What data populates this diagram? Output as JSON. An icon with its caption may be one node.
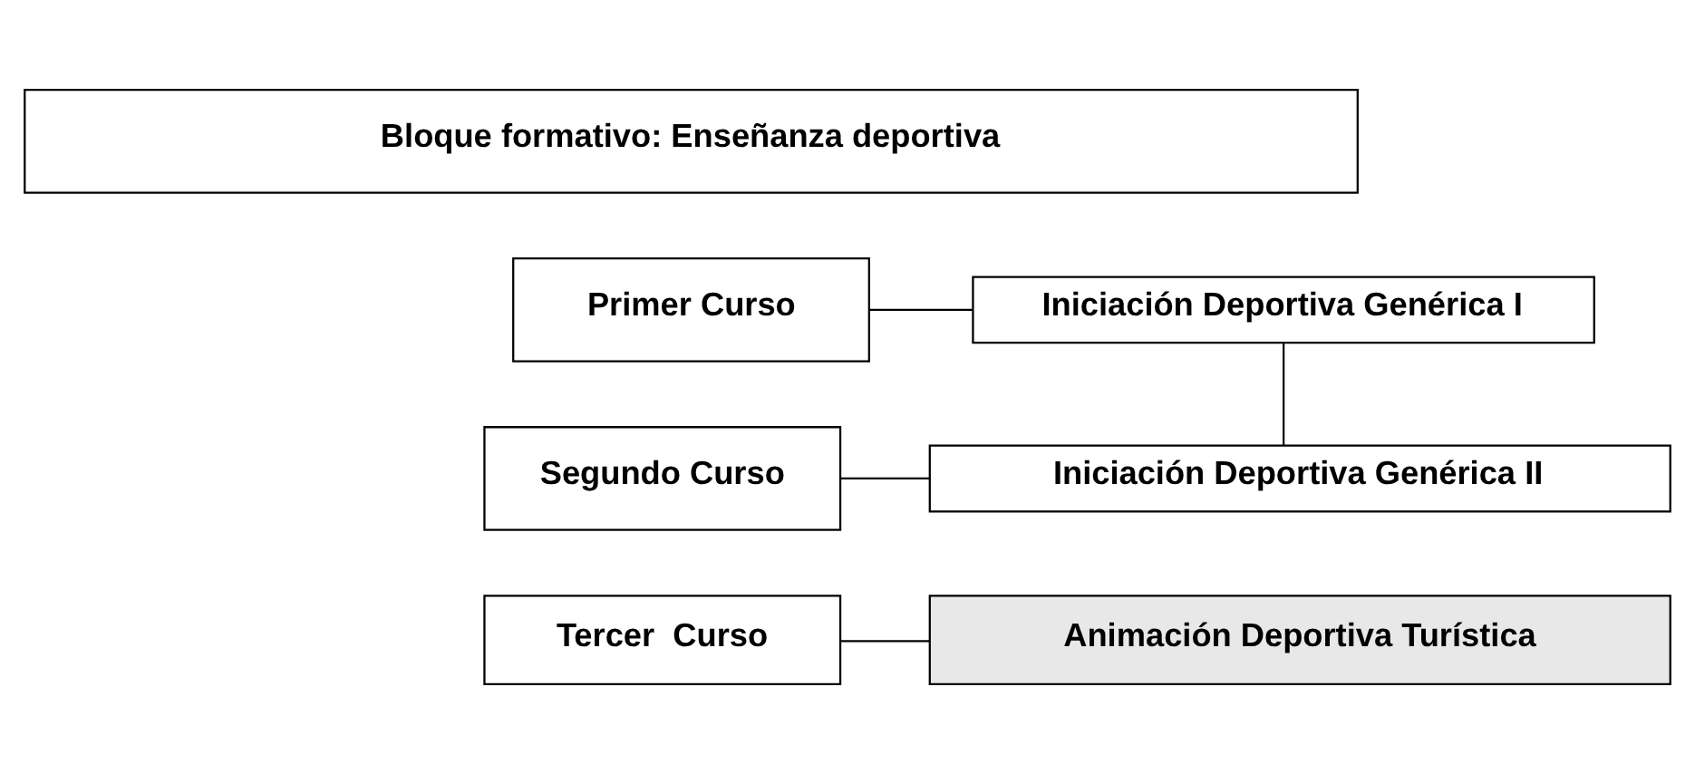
{
  "diagram": {
    "nodes": [
      {
        "text": [
          "Bloque formativo: Enseñanza deportiva"
        ]
      },
      {
        "text": [
          "Primer Curso"
        ]
      },
      {
        "text": [
          "Iniciación Deportiva Genérica I"
        ]
      },
      {
        "text": [
          "Segundo Curso"
        ]
      },
      {
        "text": [
          "Iniciación Deportiva Genérica II"
        ]
      },
      {
        "text": [
          "Tercer  Curso"
        ]
      },
      {
        "text": [
          "Animación Deportiva Turística"
        ]
      }
    ],
    "edges": [
      {
        "from": 1,
        "to": 2,
        "arrow": "none"
      },
      {
        "from": 2,
        "to": 4,
        "arrow": "none"
      },
      {
        "from": 3,
        "to": 4,
        "arrow": "none"
      },
      {
        "from": 5,
        "to": 6,
        "arrow": "none"
      }
    ]
  }
}
